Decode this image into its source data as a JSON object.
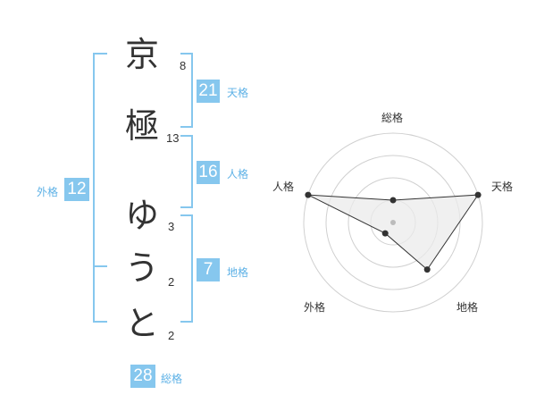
{
  "name": {
    "chars": [
      {
        "char": "京",
        "strokes": "8"
      },
      {
        "char": "極",
        "strokes": "13"
      },
      {
        "char": "ゆ",
        "strokes": "3"
      },
      {
        "char": "う",
        "strokes": "2"
      },
      {
        "char": "と",
        "strokes": "2"
      }
    ]
  },
  "fortunes": {
    "tenkaku": {
      "label": "天格",
      "value": "21"
    },
    "jinkaku": {
      "label": "人格",
      "value": "16"
    },
    "chikaku": {
      "label": "地格",
      "value": "7"
    },
    "gaikaku": {
      "label": "外格",
      "value": "12"
    },
    "soukaku": {
      "label": "総格",
      "value": "28"
    }
  },
  "chart_data": {
    "type": "radar",
    "axes": [
      "総格",
      "天格",
      "地格",
      "外格",
      "人格"
    ],
    "values": [
      0.25,
      1.0,
      0.65,
      0.15,
      1.0
    ],
    "range": [
      0,
      1
    ],
    "rings": 4,
    "colors": {
      "fill": "#ebebeb",
      "line": "#333333",
      "grid": "#d0d0d0",
      "center": "#bbbbbb"
    }
  },
  "colors": {
    "accent": "#86c7ee",
    "label": "#5db1e6",
    "text": "#333333"
  }
}
